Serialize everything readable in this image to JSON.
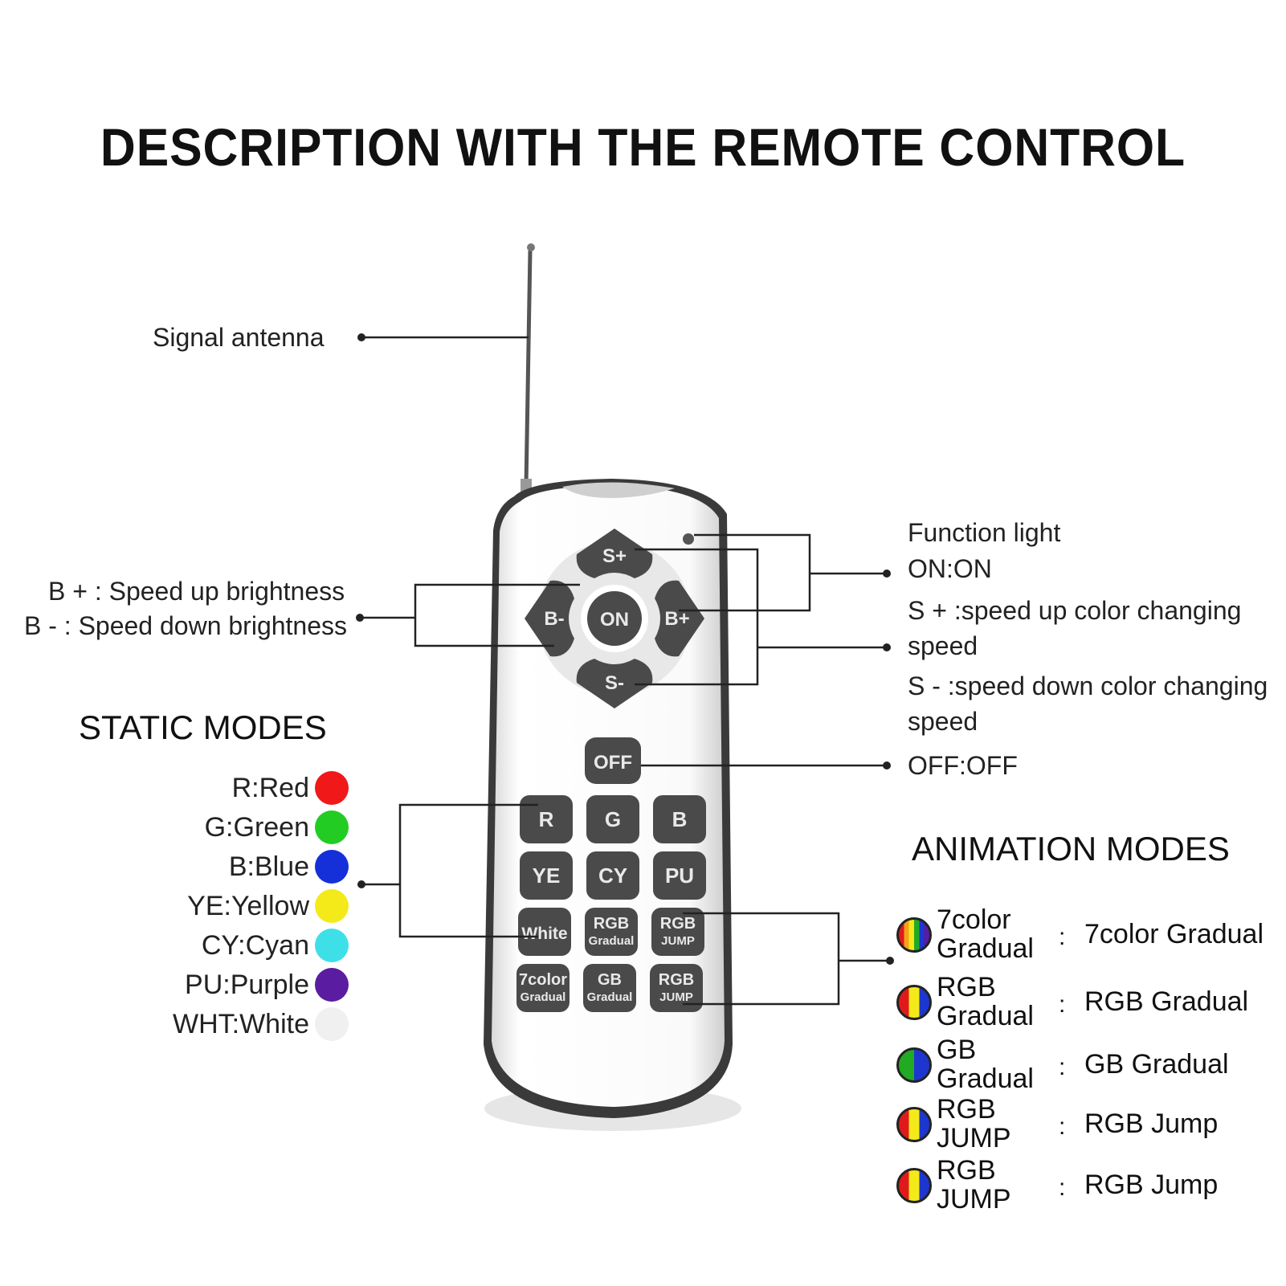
{
  "title": "DESCRIPTION WITH THE REMOTE CONTROL",
  "remote": {
    "dpad": {
      "up": "S+",
      "left": "B-",
      "center": "ON",
      "right": "B+",
      "down": "S-"
    },
    "off": "OFF",
    "keys": [
      [
        "R",
        "G",
        "B"
      ],
      [
        "YE",
        "CY",
        "PU"
      ],
      [
        "White",
        "RGB Gradual",
        "RGB JUMP"
      ],
      [
        "7color Gradual",
        "GB Gradual",
        "RGB JUMP"
      ]
    ]
  },
  "callouts": {
    "antenna": "Signal antenna",
    "b_plus": "B + : Speed up brightness",
    "b_minus": "B - : Speed down brightness",
    "function_light": "Function light",
    "on": "ON:ON",
    "s_plus_1": "S + :speed up color changing",
    "s_plus_2": "speed",
    "s_minus_1": "S - :speed down color changing",
    "s_minus_2": "speed",
    "off": "OFF:OFF"
  },
  "static_modes": {
    "heading": "STATIC MODES",
    "items": [
      {
        "label": "R:Red",
        "color": "#f01818"
      },
      {
        "label": "G:Green",
        "color": "#22cc22"
      },
      {
        "label": "B:Blue",
        "color": "#1530d8"
      },
      {
        "label": "YE:Yellow",
        "color": "#f4ea1a"
      },
      {
        "label": "CY:Cyan",
        "color": "#3ee0e8"
      },
      {
        "label": "PU:Purple",
        "color": "#5a1ca0"
      },
      {
        "label": "WHT:White",
        "color": "#f0f0f0"
      }
    ]
  },
  "animation_modes": {
    "heading": "ANIMATION MODES",
    "items": [
      {
        "name_1": "7color",
        "name_2": "Gradual",
        "colon": ":",
        "desc": "7color Gradual",
        "icon": "seven-color-icon"
      },
      {
        "name_1": "RGB",
        "name_2": "Gradual",
        "colon": ":",
        "desc": "RGB Gradual",
        "icon": "rgb-icon"
      },
      {
        "name_1": "GB",
        "name_2": "Gradual",
        "colon": ":",
        "desc": "GB Gradual",
        "icon": "gb-icon"
      },
      {
        "name_1": "RGB",
        "name_2": "JUMP",
        "colon": ":",
        "desc": "RGB Jump",
        "icon": "rgb-icon"
      },
      {
        "name_1": "RGB",
        "name_2": "JUMP",
        "colon": ":",
        "desc": "RGB Jump",
        "icon": "rgb-icon"
      }
    ]
  }
}
